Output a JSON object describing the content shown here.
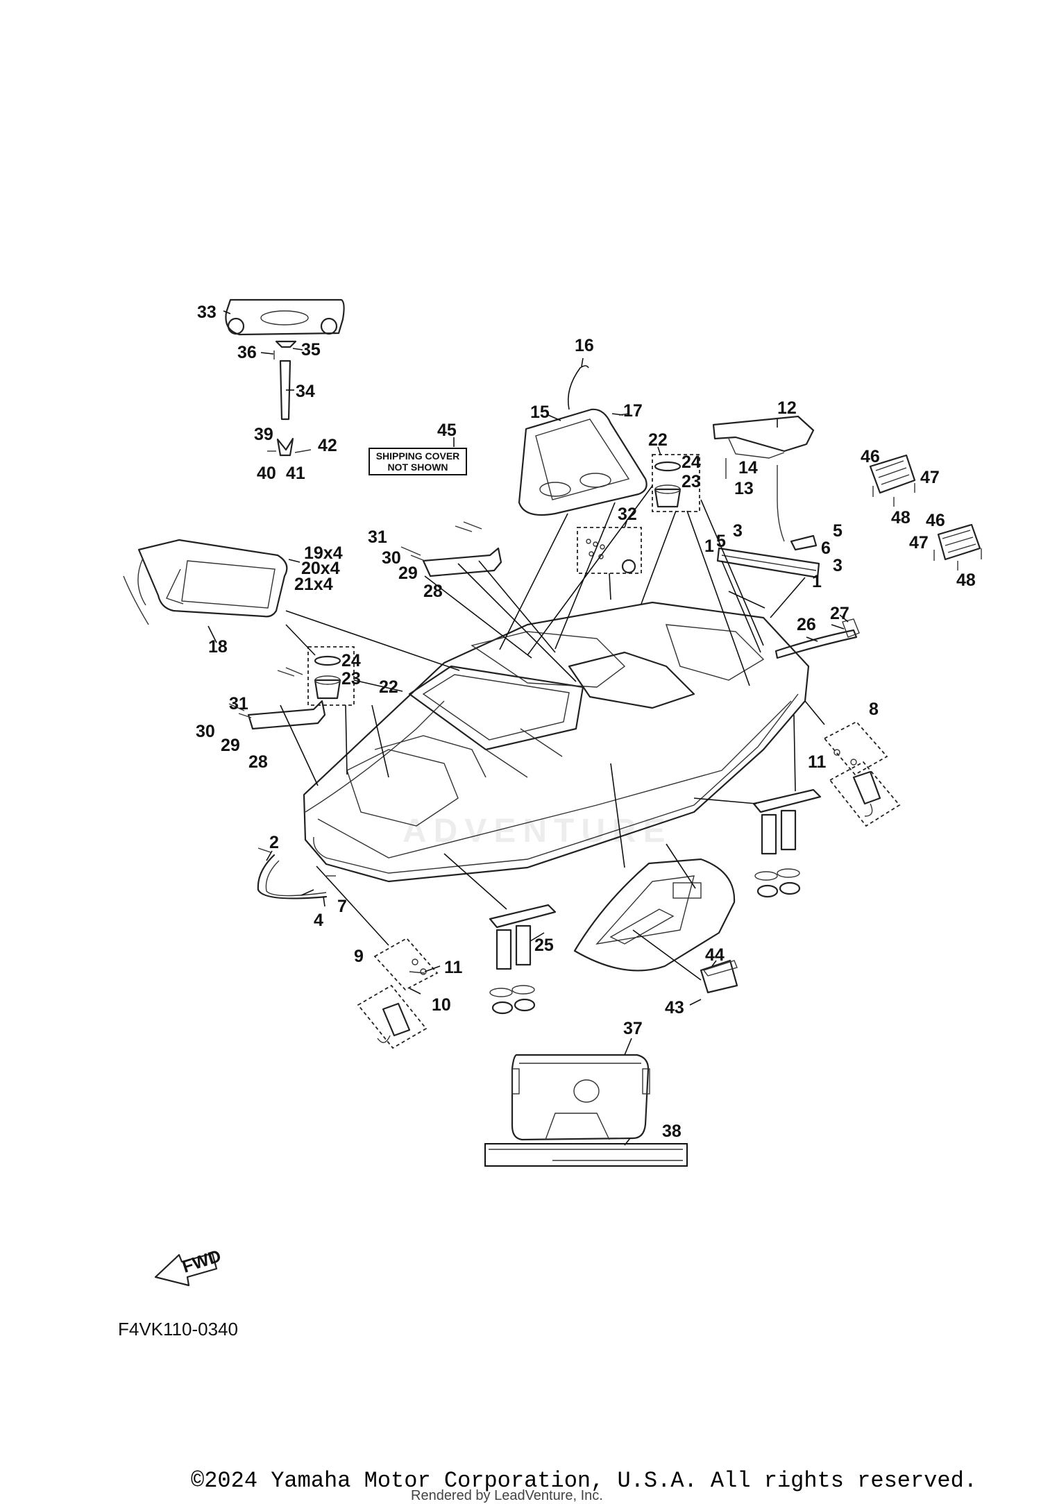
{
  "diagram": {
    "code": "F4VK110-0340",
    "note_lines": [
      "SHIPPING COVER",
      "NOT SHOWN"
    ],
    "fwd_label": "FWD",
    "watermark": "ADVENTURE",
    "callouts": [
      {
        "id": "c1a",
        "text": "1"
      },
      {
        "id": "c1b",
        "text": "1"
      },
      {
        "id": "c2",
        "text": "2"
      },
      {
        "id": "c3a",
        "text": "3"
      },
      {
        "id": "c3b",
        "text": "3"
      },
      {
        "id": "c4",
        "text": "4"
      },
      {
        "id": "c5a",
        "text": "5"
      },
      {
        "id": "c5b",
        "text": "5"
      },
      {
        "id": "c6",
        "text": "6"
      },
      {
        "id": "c7",
        "text": "7"
      },
      {
        "id": "c8",
        "text": "8"
      },
      {
        "id": "c9",
        "text": "9"
      },
      {
        "id": "c10",
        "text": "10"
      },
      {
        "id": "c11a",
        "text": "11"
      },
      {
        "id": "c11b",
        "text": "11"
      },
      {
        "id": "c12",
        "text": "12"
      },
      {
        "id": "c13",
        "text": "13"
      },
      {
        "id": "c14",
        "text": "14"
      },
      {
        "id": "c15",
        "text": "15"
      },
      {
        "id": "c16",
        "text": "16"
      },
      {
        "id": "c17",
        "text": "17"
      },
      {
        "id": "c18",
        "text": "18"
      },
      {
        "id": "c19",
        "text": "19x4"
      },
      {
        "id": "c20",
        "text": "20x4"
      },
      {
        "id": "c21",
        "text": "21x4"
      },
      {
        "id": "c22a",
        "text": "22"
      },
      {
        "id": "c22b",
        "text": "22"
      },
      {
        "id": "c23a",
        "text": "23"
      },
      {
        "id": "c23b",
        "text": "23"
      },
      {
        "id": "c24a",
        "text": "24"
      },
      {
        "id": "c24b",
        "text": "24"
      },
      {
        "id": "c25",
        "text": "25"
      },
      {
        "id": "c26",
        "text": "26"
      },
      {
        "id": "c27",
        "text": "27"
      },
      {
        "id": "c28a",
        "text": "28"
      },
      {
        "id": "c28b",
        "text": "28"
      },
      {
        "id": "c29a",
        "text": "29"
      },
      {
        "id": "c29b",
        "text": "29"
      },
      {
        "id": "c30a",
        "text": "30"
      },
      {
        "id": "c30b",
        "text": "30"
      },
      {
        "id": "c31a",
        "text": "31"
      },
      {
        "id": "c31b",
        "text": "31"
      },
      {
        "id": "c32",
        "text": "32"
      },
      {
        "id": "c33",
        "text": "33"
      },
      {
        "id": "c34",
        "text": "34"
      },
      {
        "id": "c35",
        "text": "35"
      },
      {
        "id": "c36",
        "text": "36"
      },
      {
        "id": "c37",
        "text": "37"
      },
      {
        "id": "c38",
        "text": "38"
      },
      {
        "id": "c39",
        "text": "39"
      },
      {
        "id": "c40",
        "text": "40"
      },
      {
        "id": "c41",
        "text": "41"
      },
      {
        "id": "c42",
        "text": "42"
      },
      {
        "id": "c43",
        "text": "43"
      },
      {
        "id": "c44",
        "text": "44"
      },
      {
        "id": "c45",
        "text": "45"
      },
      {
        "id": "c46a",
        "text": "46"
      },
      {
        "id": "c46b",
        "text": "46"
      },
      {
        "id": "c47a",
        "text": "47"
      },
      {
        "id": "c47b",
        "text": "47"
      },
      {
        "id": "c48a",
        "text": "48"
      },
      {
        "id": "c48b",
        "text": "48"
      }
    ]
  },
  "footer": {
    "copyright": "©2024 Yamaha Motor Corporation, U.S.A. All rights reserved.",
    "render_credit": "Rendered by LeadVenture, Inc."
  }
}
